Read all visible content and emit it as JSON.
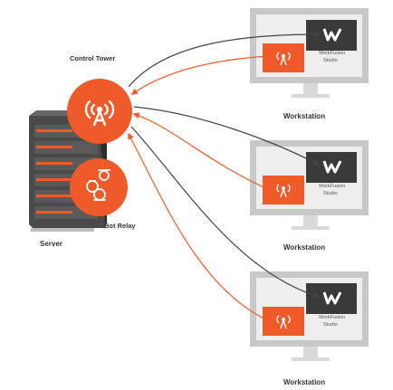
{
  "labels": {
    "control_tower": "Control Tower",
    "bot_relay": "Bot Relay",
    "server": "Server",
    "workstation_1": "Workstation",
    "workstation_2": "Workstation",
    "workstation_3": "Workstation"
  },
  "studio_label_lines": [
    "WorkFusion",
    "Studio"
  ],
  "icons": {
    "control_tower": "broadcast-tower-icon",
    "bot_relay": "robot-faces-icon",
    "app_brand": "workfusion-logo-icon",
    "studio_app": "broadcast-tower-icon"
  },
  "colors": {
    "accent_orange": "#f05a28",
    "connector_gray": "#444444",
    "monitor_frame": "#c8c8c8",
    "monitor_screen": "#eeeeee",
    "dark_tile": "#3a3a3a",
    "server_body": "#4a4a4a"
  }
}
